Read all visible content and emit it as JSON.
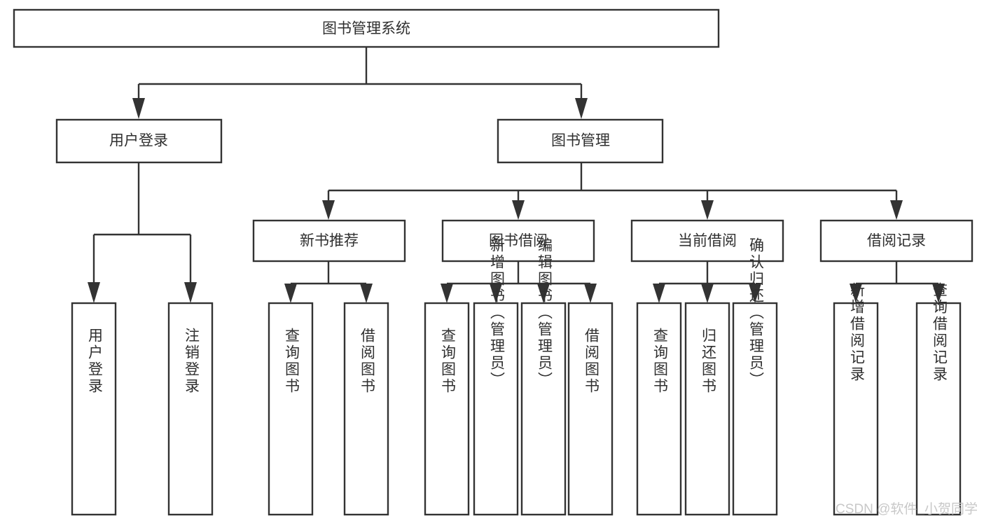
{
  "diagram": {
    "title": "图书管理系统",
    "type": "tree-hierarchy-chart",
    "root": {
      "label": "图书管理系统",
      "orientation": "horizontal"
    },
    "level2": [
      {
        "label": "用户登录",
        "orientation": "horizontal"
      },
      {
        "label": "图书管理",
        "orientation": "horizontal"
      }
    ],
    "level3": [
      {
        "label": "新书推荐",
        "orientation": "horizontal"
      },
      {
        "label": "图书借阅",
        "orientation": "horizontal"
      },
      {
        "label": "当前借阅",
        "orientation": "horizontal"
      },
      {
        "label": "借阅记录",
        "orientation": "horizontal"
      }
    ],
    "leaves": {
      "user_login": [
        {
          "label": "用户登录",
          "orientation": "vertical"
        },
        {
          "label": "注销登录",
          "orientation": "vertical"
        }
      ],
      "new_book_recommend": [
        {
          "label": "查询图书",
          "orientation": "vertical"
        },
        {
          "label": "借阅图书",
          "orientation": "vertical"
        }
      ],
      "book_borrow": [
        {
          "label": "查询图书",
          "orientation": "vertical"
        },
        {
          "label": "新增图书（管理员）",
          "orientation": "vertical"
        },
        {
          "label": "编辑图书（管理员）",
          "orientation": "vertical"
        },
        {
          "label": "借阅图书",
          "orientation": "vertical"
        }
      ],
      "current_borrow": [
        {
          "label": "查询图书",
          "orientation": "vertical"
        },
        {
          "label": "归还图书",
          "orientation": "vertical"
        },
        {
          "label": "确认归还（管理员）",
          "orientation": "vertical"
        }
      ],
      "borrow_record": [
        {
          "label": "新增借阅记录",
          "orientation": "vertical"
        },
        {
          "label": "查询借阅记录",
          "orientation": "vertical"
        }
      ]
    }
  },
  "watermark": {
    "text": "CSDN @软件_小贺同学"
  },
  "colors": {
    "box_stroke": "#333333",
    "box_fill": "#ffffff",
    "text": "#2f2f2f",
    "background": "#ffffff",
    "watermark": "#c8c8c8"
  }
}
